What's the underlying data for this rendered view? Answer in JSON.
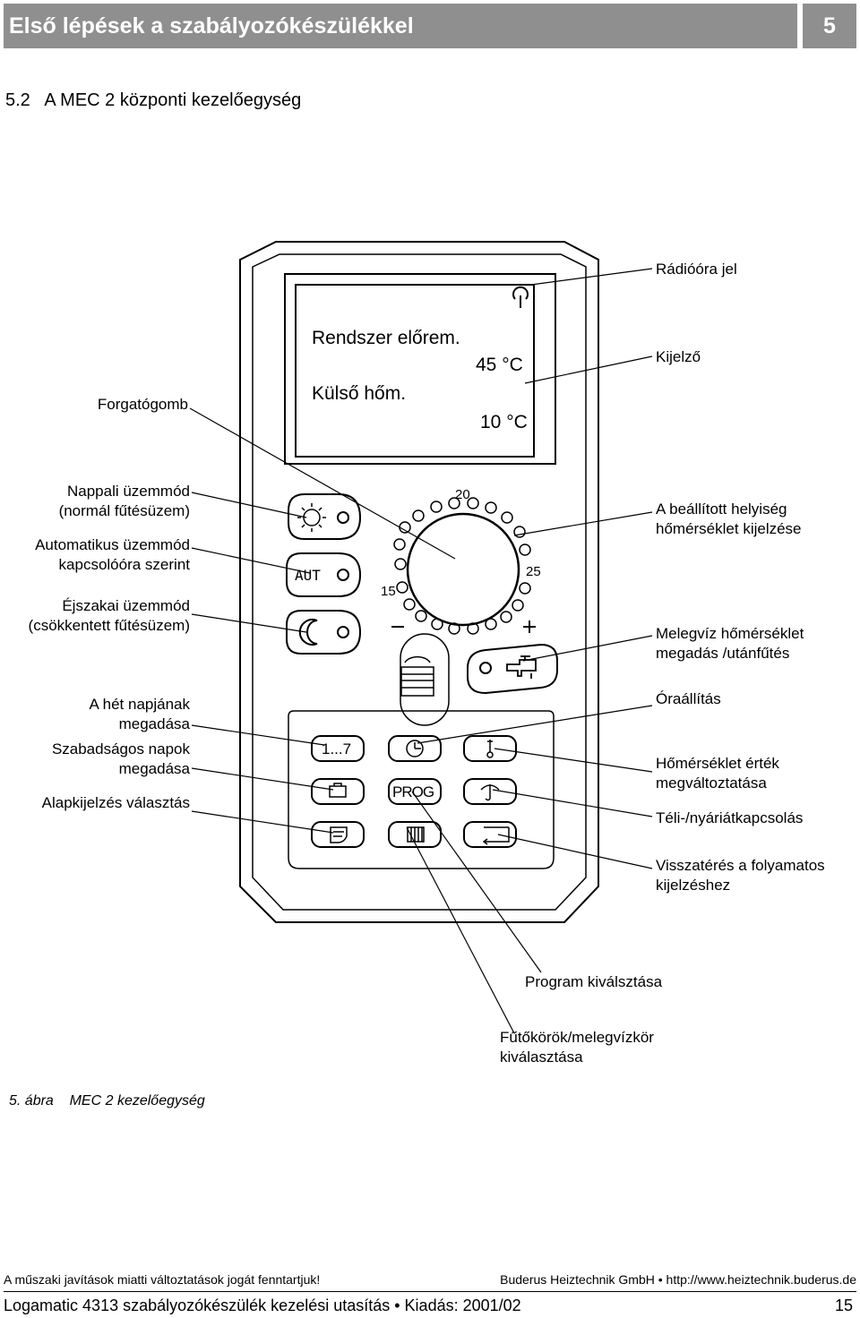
{
  "header": {
    "title": "Első lépések a szabályozókészülékkel",
    "chapter": "5"
  },
  "section": {
    "title": "5.2   A MEC 2 központi kezelőegység"
  },
  "display": {
    "line1": "Rendszer előrem.",
    "value1": "45 °C",
    "line2": "Külső hőm.",
    "value2": "10 °C"
  },
  "dial": {
    "t20": "20",
    "t15": "15",
    "t25": "25",
    "minus": "−",
    "plus": "+"
  },
  "buttons": {
    "aut": "AUT",
    "days": "1...7",
    "prog": "PROG"
  },
  "icons": [
    "sun-icon",
    "moon-icon",
    "tap-icon",
    "clock-icon",
    "thermometer-icon",
    "suitcase-icon",
    "umbrella-icon",
    "note-icon",
    "radiator-icon",
    "return-icon",
    "radio-signal-icon"
  ],
  "labels_left": {
    "forgatogomb": "Forgatógomb",
    "nappali_1": "Nappali üzemmód",
    "nappali_2": "(normál fűtésüzem)",
    "auto_1": "Automatikus üzemmód",
    "auto_2": "kapcsolóóra szerint",
    "ejszakai_1": "Éjszakai üzemmód",
    "ejszakai_2": "(csökkentett fűtésüzem)",
    "het_1": "A hét napjának",
    "het_2": "megadása",
    "szab_1": "Szabadságos napok",
    "szab_2": "megadása",
    "alap": "Alapkijelzés választás"
  },
  "labels_right": {
    "radio": "Rádióóra jel",
    "kijelzo": "Kijelző",
    "beall_1": "A beállított helyiség",
    "beall_2": "hőmérséklet kijelzése",
    "meleg_1": "Melegvíz hőmérséklet",
    "meleg_2": "megadás /utánfűtés",
    "ora": "Óraállítás",
    "hom_1": "Hőmérséklet érték",
    "hom_2": "megváltoztatása",
    "teli": "Téli-/nyáriátkapcsolás",
    "vissza_1": "Visszatérés a folyamatos",
    "vissza_2": "kijelzéshez"
  },
  "labels_bottom": {
    "program": "Program kiválsztása",
    "futo_1": "Fűtőkörök/melegvízkör",
    "futo_2": "kiválasztása"
  },
  "figure_caption": {
    "number": "5. ábra",
    "text": "MEC 2 kezelőegység"
  },
  "footer": {
    "notice": "A műszaki javítások miatti változtatások jogát fenntartjuk!",
    "company": "Buderus Heiztechnik GmbH • http://www.heiztechnik.buderus.de",
    "document": "Logamatic 4313 szabályozókészülék kezelési utasítás • Kiadás: 2001/02",
    "page": "15"
  }
}
